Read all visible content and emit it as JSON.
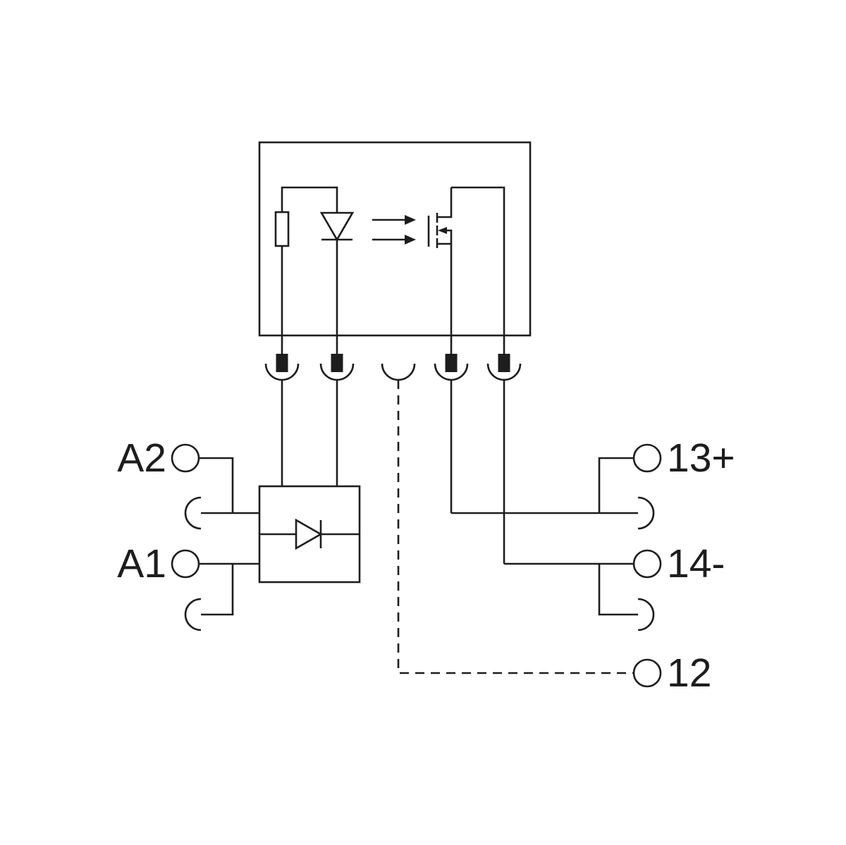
{
  "colors": {
    "background": "#ffffff",
    "line": "#1d1d1d",
    "text": "#1d1d1d",
    "pin_fill": "#1d1d1d"
  },
  "terminals": {
    "a2": "A2",
    "a1": "A1",
    "t13": "13+",
    "t14": "14-",
    "t12": "12"
  },
  "symbols": {
    "module": "optocoupler-relay-module",
    "input_branch": [
      "resistor",
      "led-diode"
    ],
    "coupling": "optical-light-arrows",
    "output": "mosfet",
    "rectifier": "bridge-diode",
    "connections": [
      "plug-pin",
      "spring-clamp-socket",
      "screw-terminal-circle"
    ]
  }
}
